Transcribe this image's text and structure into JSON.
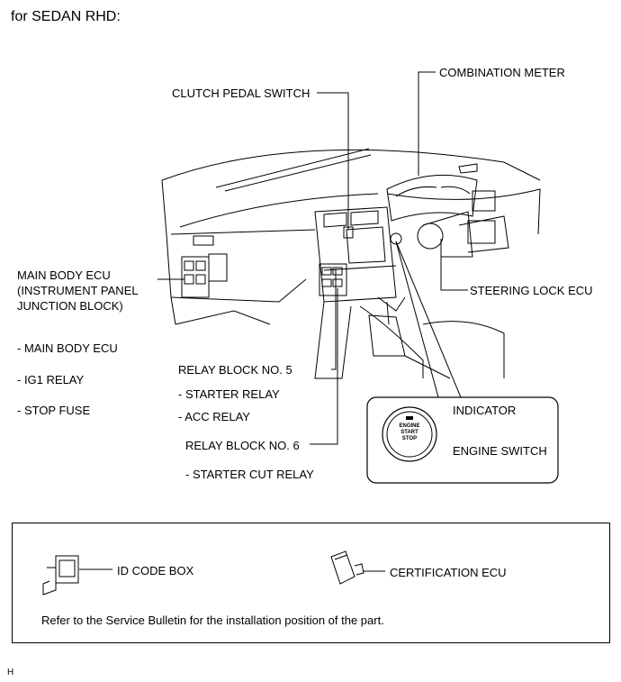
{
  "title": "for SEDAN RHD:",
  "labels": {
    "combination_meter": "COMBINATION METER",
    "clutch_pedal_switch": "CLUTCH PEDAL SWITCH",
    "main_body_ecu_1": "MAIN BODY ECU",
    "main_body_ecu_2": "(INSTRUMENT PANEL",
    "main_body_ecu_3": "JUNCTION BLOCK)",
    "steering_lock_ecu": "STEERING LOCK ECU",
    "relay_block_5": "RELAY BLOCK NO. 5",
    "relay_block_6": "RELAY BLOCK NO. 6",
    "indicator": "INDICATOR",
    "engine_switch": "ENGINE SWITCH"
  },
  "component_lists": {
    "main_body_ecu": [
      "- MAIN BODY ECU",
      "- IG1 RELAY",
      "- STOP FUSE"
    ],
    "relay_block_5": [
      "- STARTER RELAY",
      "- ACC RELAY"
    ],
    "relay_block_6": [
      "- STARTER CUT RELAY"
    ]
  },
  "button_text": [
    "ENGINE",
    "START",
    "STOP"
  ],
  "legend": {
    "id_code_box": "ID CODE BOX",
    "certification_ecu": "CERTIFICATION ECU",
    "note": "Refer to the Service Bulletin for the installation position of the part."
  },
  "footer": "H"
}
